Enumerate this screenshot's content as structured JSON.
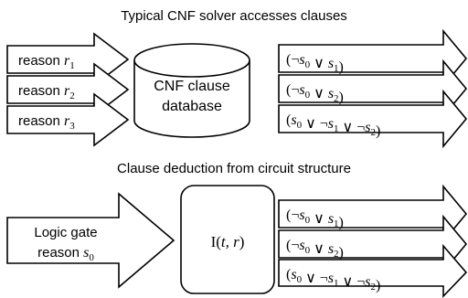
{
  "top": {
    "title": "Typical CNF solver accesses clauses",
    "reasons": [
      {
        "text": "reason ",
        "var": "r",
        "sub": "1"
      },
      {
        "text": "reason ",
        "var": "r",
        "sub": "2"
      },
      {
        "text": "reason ",
        "var": "r",
        "sub": "3"
      }
    ],
    "database": {
      "line1": "CNF clause",
      "line2": "database"
    },
    "clauses": [
      [
        {
          "t": "(¬"
        },
        {
          "v": "s",
          "sub": "0"
        },
        {
          "t": " ∨ "
        },
        {
          "v": "s",
          "sub": "1"
        },
        {
          "t": ")"
        }
      ],
      [
        {
          "t": "(¬"
        },
        {
          "v": "s",
          "sub": "0"
        },
        {
          "t": " ∨ "
        },
        {
          "v": "s",
          "sub": "2"
        },
        {
          "t": ")"
        }
      ],
      [
        {
          "t": "("
        },
        {
          "v": "s",
          "sub": "0"
        },
        {
          "t": " ∨ ¬"
        },
        {
          "v": "s",
          "sub": "1"
        },
        {
          "t": " ∨ ¬"
        },
        {
          "v": "s",
          "sub": "2"
        },
        {
          "t": ")"
        }
      ]
    ]
  },
  "bottom": {
    "title": "Clause deduction from circuit structure",
    "gate": {
      "line1": "Logic gate",
      "line2_text": "reason ",
      "line2_var": "s",
      "line2_sub": "0"
    },
    "function": {
      "name": "I(",
      "args": "t, r",
      "close": ")"
    },
    "clauses": [
      [
        {
          "t": "(¬"
        },
        {
          "v": "s",
          "sub": "0"
        },
        {
          "t": " ∨ "
        },
        {
          "v": "s",
          "sub": "1"
        },
        {
          "t": ")"
        }
      ],
      [
        {
          "t": "(¬"
        },
        {
          "v": "s",
          "sub": "0"
        },
        {
          "t": " ∨ "
        },
        {
          "v": "s",
          "sub": "2"
        },
        {
          "t": ")"
        }
      ],
      [
        {
          "t": "("
        },
        {
          "v": "s",
          "sub": "0"
        },
        {
          "t": " ∨ ¬"
        },
        {
          "v": "s",
          "sub": "1"
        },
        {
          "t": " ∨ ¬"
        },
        {
          "v": "s",
          "sub": "2"
        },
        {
          "t": ")"
        }
      ]
    ]
  }
}
